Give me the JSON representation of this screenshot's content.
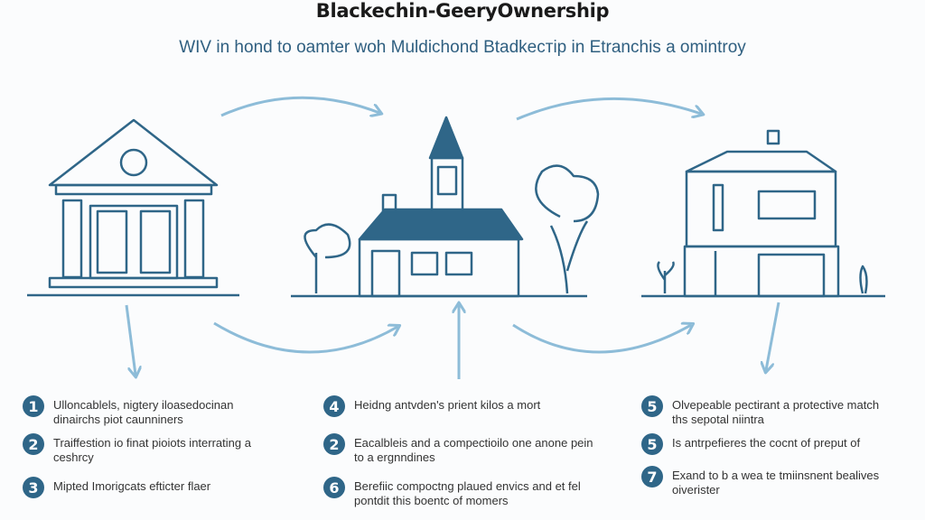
{
  "title": "Blackechin-GeeryOwnership",
  "subtitle": "WIV in hond to oamter woh Muldichond Btadkeстip in Etranchis a omintroy",
  "colors": {
    "primary": "#2f6688",
    "arrow": "#8dbcd8",
    "text": "#333333"
  },
  "illustrations": [
    "bank-building-icon",
    "church-house-icon",
    "modern-building-icon"
  ],
  "columns": [
    {
      "items": [
        {
          "number": "1",
          "text": "Ulloncablels, nigtery iloasedocinan dinairchs piot caunniners"
        },
        {
          "number": "2",
          "text": "Traiffestion io finat pioiots interrating a ceshrcy"
        },
        {
          "number": "3",
          "text": "Mipted Imorigcats efticter flaer"
        }
      ]
    },
    {
      "items": [
        {
          "number": "4",
          "text": "Heidng antvden's prient kilos a mort"
        },
        {
          "number": "2",
          "text": "Eacalbleis and a compectioilo one anone pein to a ergnndines"
        },
        {
          "number": "6",
          "text": "Berefiic compoctng plaued envics and et fel pontdit this boentc of momers"
        }
      ]
    },
    {
      "items": [
        {
          "number": "5",
          "text": "Olvepeable pectirant a protective match ths sepotal niintra"
        },
        {
          "number": "5",
          "text": "Is antrpefieres the cocnt of preput of"
        },
        {
          "number": "7",
          "text": "Exand to b a wea te tmiinsnent bealives oiverister"
        }
      ]
    }
  ]
}
